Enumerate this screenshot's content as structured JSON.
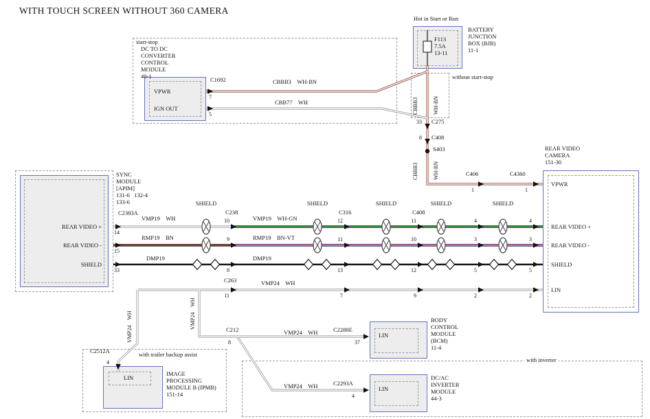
{
  "title": "WITH TOUCH SCREEN WITHOUT 360 CAMERA",
  "power": {
    "hot": "Hot in Start or Run",
    "fuse": "F113\n7.5A\n13-11",
    "bjb": "BATTERY\nJUNCTION\nBOX (BJB)\n11-1",
    "without_ss": "without start-stop",
    "cbbb3": "CBBB3",
    "whbn": "WH-BN",
    "c275": "C275",
    "c275_pin": "33",
    "c408": "C408",
    "c408_pin": "8",
    "s403": "S403",
    "c406": "C406",
    "c406_pin": "1",
    "c4360": "C4360",
    "c4360_pin": "1"
  },
  "dcdc": {
    "config": "start-stop",
    "name": "DC TO DC\nCONVERTER\nCONTROL\nMODULE\n40-1",
    "vpwr": "VPWR",
    "ign": "IGN OUT",
    "connector": "C1692",
    "pin_vpwr": "7",
    "pin_ign": "5",
    "wire1": "CBBB3    WH-BN",
    "wire2": "CBB77    WH"
  },
  "sync": {
    "name": "SYNC\nMODULE\n[APIM]\n131-6   132-4\n133-6",
    "connector": "C2383A",
    "pins": [
      {
        "label": "REAR VIDEO +",
        "num": "14"
      },
      {
        "label": "REAR VIDEO -",
        "num": "15"
      },
      {
        "label": "SHIELD",
        "num": "33"
      }
    ]
  },
  "camera": {
    "name": "REAR VIDEO\nCAMERA\n151-30",
    "pins": [
      {
        "label": "VPWR"
      },
      {
        "label": "REAR VIDEO +"
      },
      {
        "label": "REAR VIDEO -"
      },
      {
        "label": "SHIELD"
      },
      {
        "label": "LIN"
      }
    ]
  },
  "harness": {
    "shield": "SHIELD",
    "c238": "C238",
    "c316": "C316",
    "c408": "C408",
    "row1": {
      "seg1": "VMP19    WH",
      "seg2": "VMP19    WH-GN",
      "pins": [
        "10",
        "12",
        "11",
        "4",
        "4"
      ]
    },
    "row2": {
      "seg1": "RMP19    BN",
      "seg2": "RMP19    BN-VT",
      "pins": [
        "9",
        "11",
        "10",
        "3",
        "3"
      ]
    },
    "row3": {
      "seg1": "DMP19",
      "seg2": "DMP19",
      "pins": [
        "8",
        "13",
        "12",
        "5",
        "5"
      ]
    },
    "lin_pins": [
      "7",
      "9",
      "2",
      "2"
    ]
  },
  "lin": {
    "c263": "C263",
    "c263_pin": "11",
    "wire": "VMP24    WH",
    "vwire": "VMP24    WH",
    "c212": "C212",
    "c212_pin": "8",
    "c2280e": "C2280E",
    "c2280e_pin": "37",
    "c2293a": "C2293A",
    "c2293a_pin": "4",
    "c2512a": "C2512A",
    "c2512a_pin": "4"
  },
  "ipmb": {
    "config": "with trailer backup assist",
    "name": "IMAGE\nPROCESSING\nMODULE B (IPMB)\n151-14",
    "pin": "LIN"
  },
  "bcm": {
    "name": "BODY\nCONTROL\nMODULE\n(BCM)\n11-4",
    "pin": "LIN"
  },
  "inverter": {
    "config": "with inverter",
    "name": "DC/AC\nINVERTER\nMODULE\n44-3",
    "pin": "LIN"
  }
}
